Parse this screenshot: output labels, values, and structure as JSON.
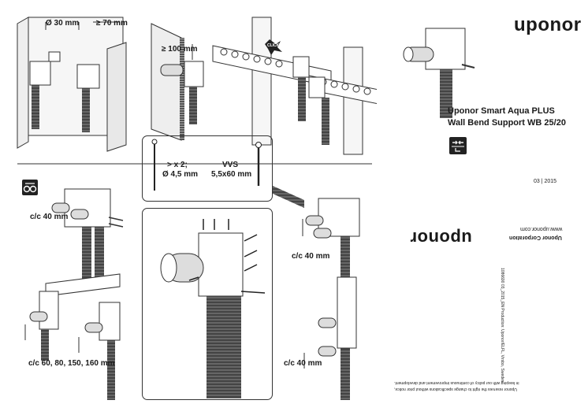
{
  "left_section": {
    "dimensions": {
      "pipe_diameter": "Ø 30 mm",
      "min_depth": "≥ 70 mm",
      "min_clearance": "≥ 100 mm",
      "click_label": "CLICK"
    },
    "cc_labels": {
      "cc_40_left": "c/c 40 mm",
      "cc_multi": "c/c 60, 80, 150, 160 mm",
      "cc_40_right_top": "c/c 40 mm",
      "cc_40_right_bottom": "c/c 40 mm"
    },
    "screw_panel": {
      "left_qty": "> x 2;",
      "left_diameter": "Ø 4,5 mm",
      "right_title": "VVS",
      "right_size": "5,5x60 mm"
    },
    "icons": {
      "glasses": "glasses-icon"
    }
  },
  "right_section": {
    "brand_top": "uponor",
    "product_line_1": "Uponor Smart Aqua PLUS",
    "product_line_2": "Wall Bend Support WB 25/20",
    "date_code": "03 | 2015",
    "brand_rotated": "uponor",
    "corp_name": "Uponor Corporation",
    "corp_url": "www.uponor.com",
    "disclaimer_line_1": "Uponor reserves the right to change specifications without prior notice,",
    "disclaimer_line_2": "in keeping with our policy of continuous improvement and development.",
    "side_code": "1086690 03_2015_EN   Production: Uponor/ELFL, Virsbo, Sweden"
  },
  "colors": {
    "ink": "#1a1a1a",
    "wall": "#f2f2f2",
    "badge": "#222222"
  }
}
